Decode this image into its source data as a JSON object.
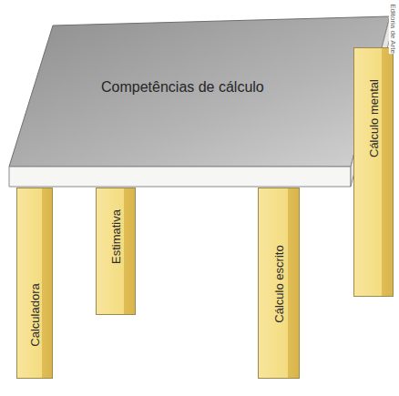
{
  "diagram": {
    "nodes": [
      {
        "text": [
          "Competências de cálculo"
        ]
      },
      {
        "text": [
          "Calculadora"
        ]
      },
      {
        "text": [
          "Estimativa"
        ]
      },
      {
        "text": [
          "Cálculo escrito"
        ]
      },
      {
        "text": [
          "Cálculo mental"
        ]
      }
    ],
    "labels": [
      "Editoria de Arte"
    ]
  }
}
